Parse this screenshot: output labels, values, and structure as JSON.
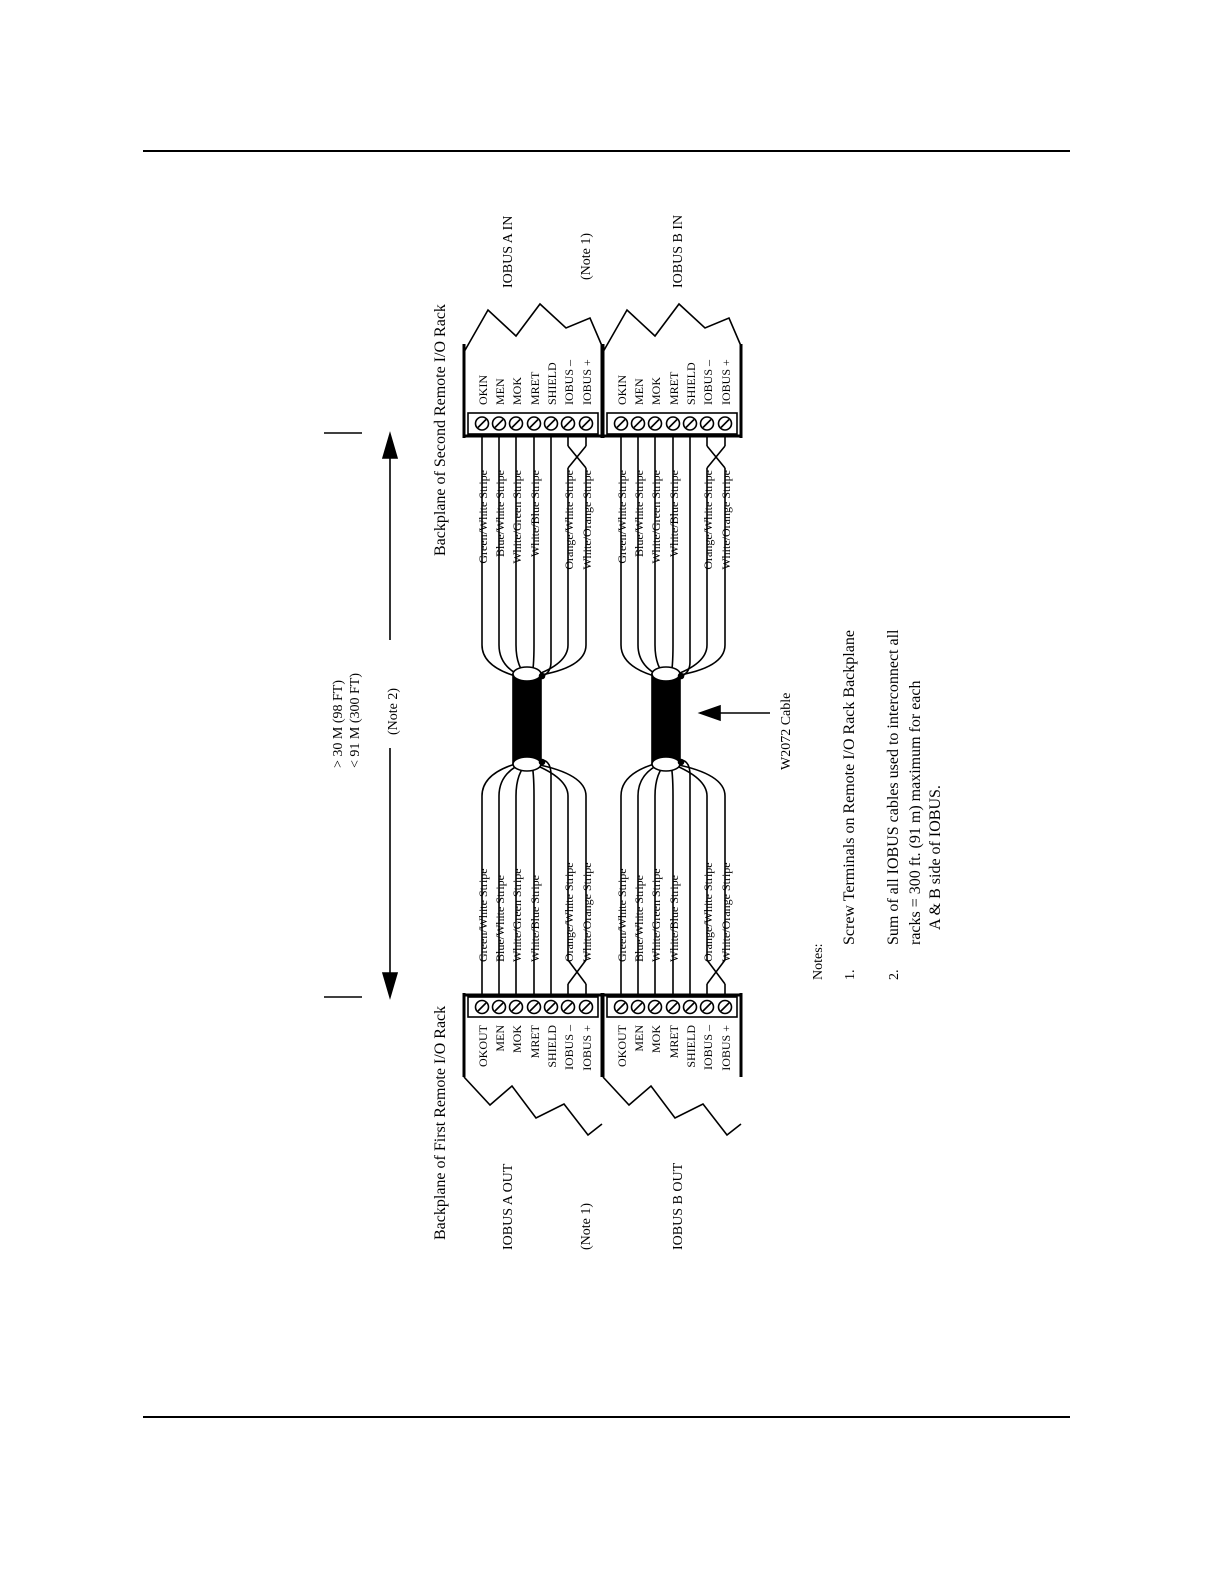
{
  "diagram": {
    "left_title": "Backplane of First Remote I/O Rack",
    "right_title": "Backplane of Second Remote I/O Rack",
    "distance": {
      "min": "> 30 M  (98 FT)",
      "max": "< 91 M  (300 FT)",
      "note": "(Note 2)"
    },
    "cable_label": "W2072 Cable",
    "groups": [
      {
        "left_label": "IOBUS A OUT",
        "right_label": "IOBUS A IN",
        "left_terminals": [
          "OKOUT",
          "MEN",
          "MOK",
          "MRET",
          "SHIELD",
          "IOBUS –",
          "IOBUS +"
        ],
        "right_terminals": [
          "OKIN",
          "MEN",
          "MOK",
          "MRET",
          "SHIELD",
          "IOBUS –",
          "IOBUS +"
        ]
      },
      {
        "left_label": "IOBUS B OUT",
        "right_label": "IOBUS B IN",
        "left_terminals": [
          "OKOUT",
          "MEN",
          "MOK",
          "MRET",
          "SHIELD",
          "IOBUS –",
          "IOBUS +"
        ],
        "right_terminals": [
          "OKIN",
          "MEN",
          "MOK",
          "MRET",
          "SHIELD",
          "IOBUS –",
          "IOBUS +"
        ]
      }
    ],
    "left_note": "(Note 1)",
    "right_note": "(Note 1)",
    "wires": [
      "Green/White Stripe",
      "Blue/White Stripe",
      "White/Green Stripe",
      "White/Blue Stripe",
      "Orange/White Stripe",
      "White/Orange Stripe"
    ]
  },
  "notes": {
    "heading": "Notes:",
    "items": [
      {
        "number": "1.",
        "lines": [
          "Screw Terminals on Remote I/O Rack Backplane"
        ]
      },
      {
        "number": "2.",
        "lines": [
          "Sum of all IOBUS cables used to interconnect all",
          "racks = 300 ft. (91 m) maximum for each",
          "A & B side of IOBUS."
        ]
      }
    ]
  }
}
